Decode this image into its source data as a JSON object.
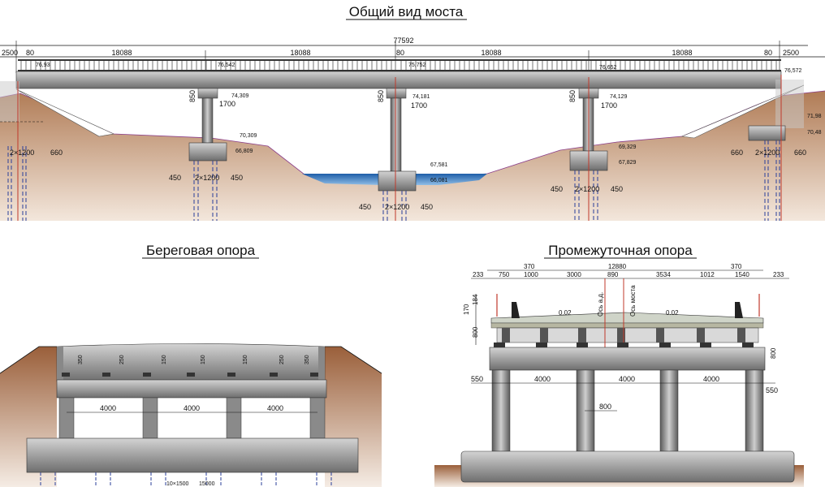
{
  "titles": {
    "general": "Общий вид моста",
    "abutment": "Береговая опора",
    "pier": "Промежуточная опора"
  },
  "general_view": {
    "total_length": "77592",
    "spans": [
      "18088",
      "18088",
      "18088",
      "18088"
    ],
    "joints": [
      "80",
      "80",
      "80"
    ],
    "left_end": "2500",
    "right_end": "2500",
    "deck_levels": [
      "76,93",
      "76,542",
      "75,752",
      "76,652",
      "76,572"
    ],
    "pier_cap_height": "850",
    "pier_cap_width": "1700",
    "cap_levels": [
      "74,309",
      "74,181",
      "74,129"
    ],
    "footing_levels": [
      "70,309",
      "66,809",
      "67,581",
      "66,081",
      "69,329",
      "67,829",
      "71,98",
      "70,48"
    ],
    "pile_group": "2×1200",
    "edge_450": "450",
    "edge_660": "660"
  },
  "abutment_view": {
    "bay": "4000",
    "heights": [
      "350",
      "250",
      "150",
      "150",
      "150",
      "250",
      "350"
    ],
    "bottom": [
      "10×1500",
      "15000"
    ]
  },
  "pier_view": {
    "total_width": "12880",
    "top_dims": [
      "233",
      "750",
      "1000",
      "3000",
      "890",
      "3534",
      "1012",
      "1540",
      "233"
    ],
    "edge_370": "370",
    "slope": "0.02",
    "axis_road": "Ось а.д.",
    "axis_bridge": "Ось моста",
    "left_heights": [
      "170",
      "184",
      "800"
    ],
    "cap_height": "800",
    "bay": "4000",
    "overhang": "550",
    "column": "800"
  }
}
